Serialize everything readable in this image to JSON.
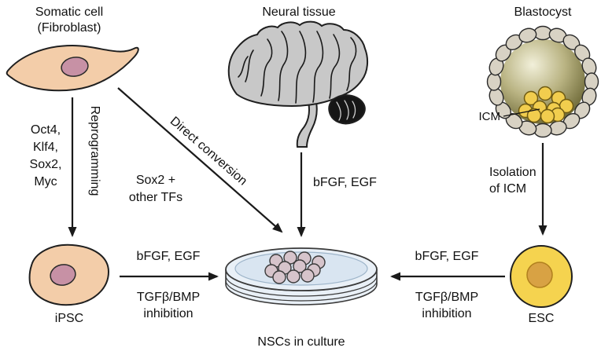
{
  "figure": {
    "sources": {
      "somatic_line1": "Somatic cell",
      "somatic_line2": "(Fibroblast)",
      "neural": "Neural tissue",
      "blastocyst": "Blastocyst",
      "icm_label": "ICM"
    },
    "pathways": {
      "reprogramming": "Reprogramming",
      "factors": {
        "l1": "Oct4,",
        "l2": "Klf4,",
        "l3": "Sox2,",
        "l4": "Myc"
      },
      "direct_conversion": "Direct conversion",
      "direct_factors_l1": "Sox2 +",
      "direct_factors_l2": "other TFs",
      "neural_factors": "bFGF, EGF",
      "isolation_l1": "Isolation",
      "isolation_l2": "of ICM"
    },
    "culture": {
      "ipsc": "iPSC",
      "esc": "ESC",
      "dish_caption": "NSCs in culture",
      "ipsc_arrow_top": "bFGF, EGF",
      "ipsc_arrow_bottom_l1": "TGFβ/BMP",
      "ipsc_arrow_bottom_l2": "inhibition",
      "esc_arrow_top": "bFGF, EGF",
      "esc_arrow_bottom_l1": "TGFβ/BMP",
      "esc_arrow_bottom_l2": "inhibition"
    },
    "colors": {
      "somatic_fill": "#f3cda9",
      "nucleus_fill": "#c791a5",
      "brain_fill": "#c8c8c8",
      "cerebellum_fill": "#161616",
      "trophoblast_fill": "#d8d2c4",
      "cavity_light": "#f2f0da",
      "cavity_dark": "#55511f",
      "icm_fill": "#f1cd4e",
      "esc_fill": "#f5d34f",
      "esc_nucleus_fill": "#d8a244",
      "dish_fill": "#e9f0f7",
      "dish_media_fill": "#d9e5f1",
      "nsc_fill": "#d6c4cb",
      "line": "#1a1a1a"
    }
  }
}
